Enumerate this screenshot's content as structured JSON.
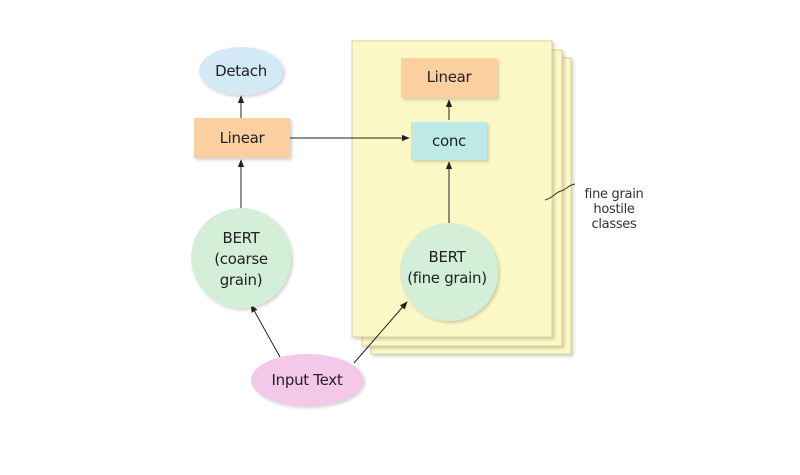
{
  "nodes": {
    "detach": {
      "label": "Detach",
      "color": "#d4e9f6"
    },
    "linear_coarse": {
      "label": "Linear",
      "color": "#fbcf9f"
    },
    "bert_coarse": {
      "lines": [
        "BERT",
        "(coarse",
        "grain)"
      ],
      "color": "#d3efd8"
    },
    "input_text": {
      "label": "Input Text",
      "color": "#f3c8e8"
    },
    "linear_fine": {
      "label": "Linear",
      "color": "#fbcf9f"
    },
    "conc": {
      "label": "conc",
      "color": "#bde9e6"
    },
    "bert_fine": {
      "lines": [
        "BERT",
        "(fine grain)"
      ],
      "color": "#d3efd8"
    }
  },
  "stack": {
    "color": "#fdf9c7",
    "annotation": [
      "fine grain",
      "hostile",
      "classes"
    ]
  }
}
